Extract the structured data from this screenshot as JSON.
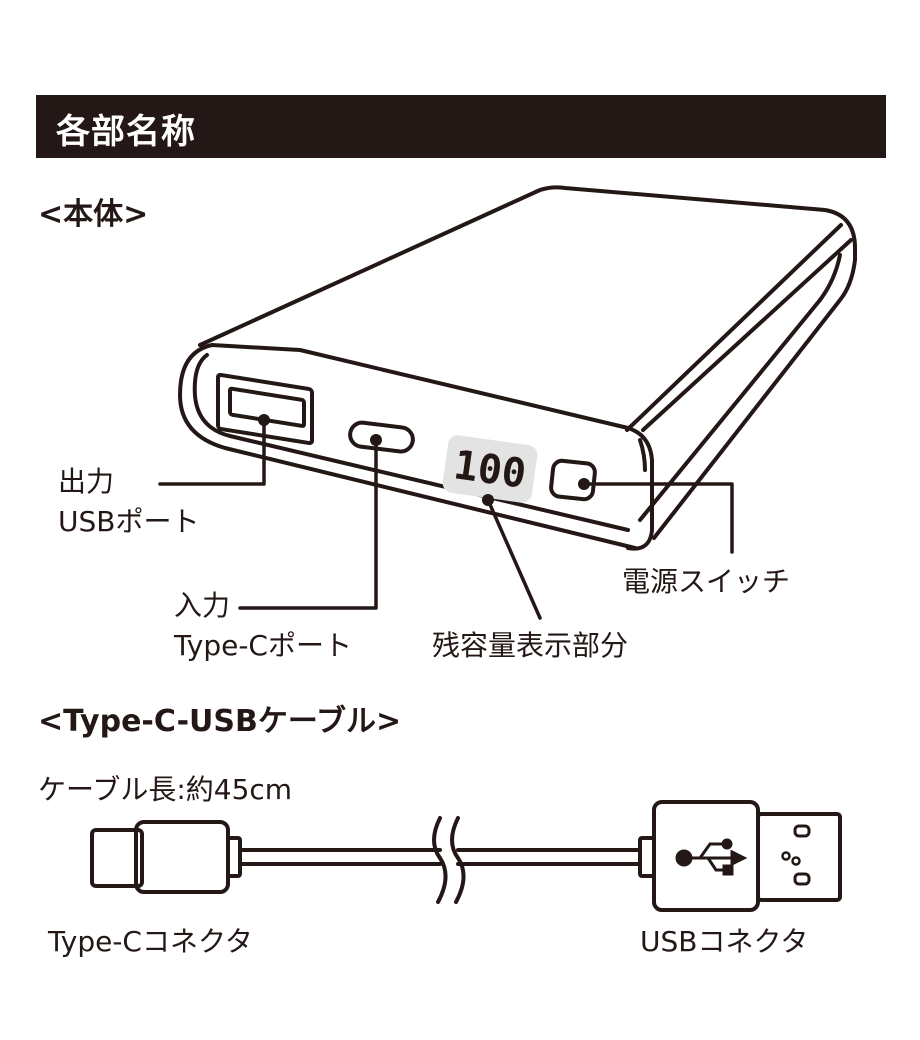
{
  "title": "各部名称",
  "sections": {
    "body": {
      "heading": "<本体>"
    },
    "cable": {
      "heading": "<Type-C-USBケーブル>",
      "length_note": "ケーブル長:約45cm"
    }
  },
  "labels": {
    "usb_out_port": {
      "line1": "出力",
      "line2": "USBポート"
    },
    "typec_in_port": {
      "line1": "入力",
      "line2": "Type-Cポート"
    },
    "battery_display": "残容量表示部分",
    "power_switch": "電源スイッチ",
    "typec_connector": "Type-Cコネクタ",
    "usb_connector": "USBコネクタ"
  },
  "display_reading": "100",
  "colors": {
    "ink": "#231815",
    "display_background": "#e3e3e3",
    "page": "#ffffff"
  },
  "icons": {
    "usb_symbol": "usb-icon",
    "cable_break": "cable-break-icon"
  }
}
